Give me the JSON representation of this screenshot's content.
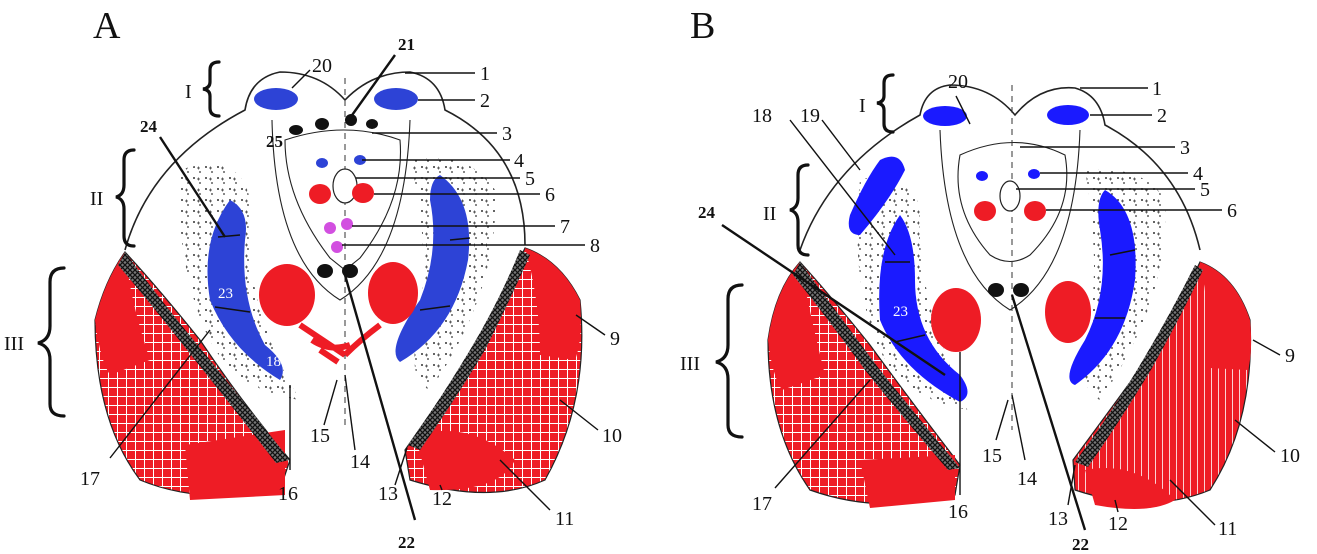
{
  "panels": [
    {
      "letter": "A",
      "roman": [
        "I",
        "II",
        "III"
      ],
      "labels": [
        "1",
        "2",
        "3",
        "4",
        "5",
        "6",
        "7",
        "8",
        "9",
        "10",
        "11",
        "12",
        "13",
        "14",
        "15",
        "16",
        "17",
        "20",
        "21",
        "22",
        "24"
      ],
      "inner_labels": [
        "23",
        "18"
      ],
      "bold_extra": [
        "25"
      ]
    },
    {
      "letter": "B",
      "roman": [
        "I",
        "II",
        "III"
      ],
      "labels": [
        "1",
        "2",
        "3",
        "4",
        "5",
        "6",
        "9",
        "10",
        "11",
        "12",
        "13",
        "14",
        "15",
        "16",
        "17",
        "18",
        "19",
        "20",
        "22",
        "24"
      ],
      "inner_labels": [
        "23"
      ]
    }
  ],
  "colors": {
    "red": "#ee1c25",
    "blue": "#1a1aff",
    "blue_a": "#2d43d6",
    "magenta": "#d24fe0",
    "black": "#111111",
    "hatch": "#333333"
  }
}
